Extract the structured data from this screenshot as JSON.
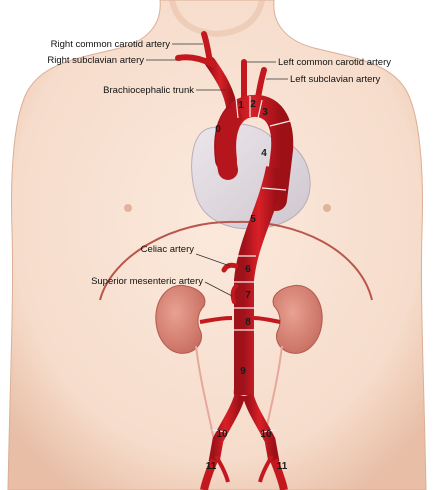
{
  "labels": {
    "right_common_carotid": "Right common carotid artery",
    "right_subclavian": "Right subclavian artery",
    "brachiocephalic_trunk": "Brachiocephalic trunk",
    "left_common_carotid": "Left common carotid artery",
    "left_subclavian": "Left subclavian artery",
    "celiac": "Celiac artery",
    "superior_mesenteric": "Superior mesenteric artery"
  },
  "segments": {
    "s0": "0",
    "s1": "1",
    "s2": "2",
    "s3": "3",
    "s4": "4",
    "s5": "5",
    "s6": "6",
    "s7": "7",
    "s8": "8",
    "s9": "9",
    "s10_left": "10",
    "s10_right": "10",
    "s11_left": "11",
    "s11_right": "11"
  },
  "colors": {
    "skin": "#f6dccb",
    "skin_shade": "#e9bfa8",
    "aorta": "#c4181f",
    "aorta_dark": "#8e0e13",
    "heart": "#e3dde2",
    "kidney": "#d9867a",
    "diaphragm": "#b8574d"
  }
}
